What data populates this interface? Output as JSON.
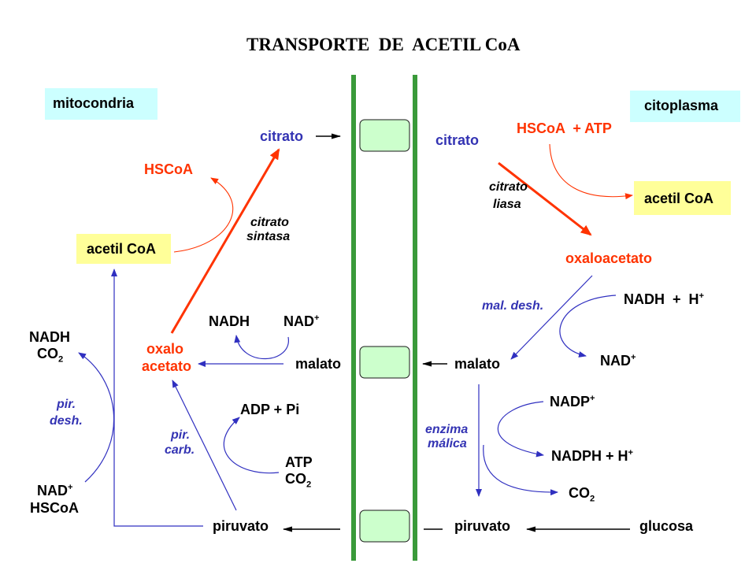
{
  "title": "TRANSPORTE  DE  ACETIL CoA",
  "compartments": {
    "mitochondria": "mitocondria",
    "cytoplasm": "citoplasma"
  },
  "mitochondria": {
    "citrato": "citrato",
    "hscoa": "HSCoA",
    "enzyme_citrato_sintasa": {
      "line1": "citrato",
      "line2": "sintasa"
    },
    "acetil_coa": "acetil CoA",
    "nadh": "NADH",
    "nad_plus": {
      "base": "NAD",
      "sup": "+"
    },
    "pdh_products": {
      "nadh": "NADH",
      "co2": {
        "base": "CO",
        "sub": "2"
      }
    },
    "oxaloacetato": {
      "line1": "oxalo",
      "line2": "acetato"
    },
    "malato": "malato",
    "enzyme_pir_desh": {
      "line1": "pir.",
      "line2": "desh."
    },
    "adp_pi": "ADP + Pi",
    "enzyme_pir_carb": {
      "line1": "pir.",
      "line2": "carb."
    },
    "pc_substrates": {
      "atp": "ATP",
      "co2": {
        "base": "CO",
        "sub": "2"
      }
    },
    "pdh_substrates": {
      "nad": {
        "base": "NAD",
        "sup": "+"
      },
      "hscoa": "HSCoA"
    },
    "piruvato": "piruvato"
  },
  "cytoplasm": {
    "citrato": "citrato",
    "hscoa_atp": "HSCoA  + ATP",
    "enzyme_citrato_liasa": {
      "line1": "citrato",
      "line2": "liasa"
    },
    "acetil_coa": "acetil CoA",
    "oxaloacetato": "oxaloacetato",
    "nadh_h": {
      "base": "NADH  +  H",
      "sup": "+"
    },
    "enzyme_mal_desh": "mal. desh.",
    "nad_plus": {
      "base": "NAD",
      "sup": "+"
    },
    "malato": "malato",
    "nadp_plus": {
      "base": "NADP",
      "sup": "+"
    },
    "enzyme_malica": {
      "line1": "enzima",
      "line2": "málica"
    },
    "nadph_h": {
      "base": "NADPH + H",
      "sup": "+"
    },
    "co2": {
      "base": "CO",
      "sub": "2"
    },
    "piruvato": "piruvato",
    "glucosa": "glucosa"
  },
  "colors": {
    "membrane": "#3a9a3a",
    "transporter": "#ccffcc",
    "compartment_box": "#ccffff",
    "acetyl_coa_box": "#ffff99",
    "blue_text": "#3333b3",
    "blue_line": "#3030c0",
    "red": "#ff3300",
    "text": "#000000"
  }
}
